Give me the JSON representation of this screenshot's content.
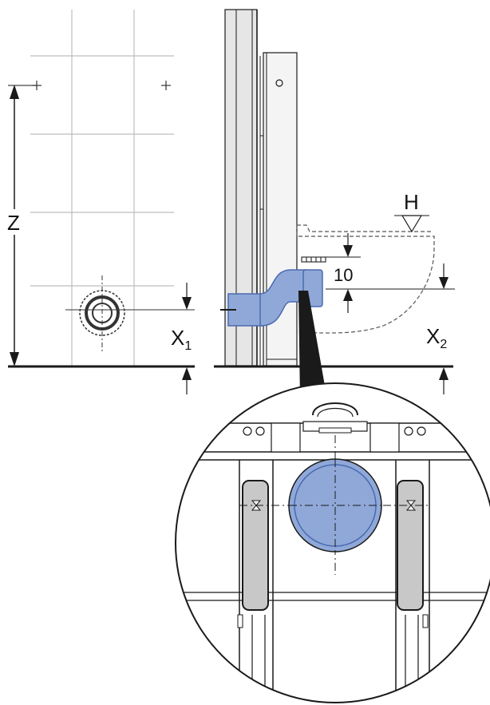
{
  "labels": {
    "z": "Z",
    "x": "X",
    "x1_sub": "1",
    "x2_sub": "2",
    "h": "H",
    "ten": "10"
  },
  "colors": {
    "line": "#1a1a1a",
    "grid": "#bdbdbd",
    "pipe_fill": "#8fa8d8",
    "pipe_stroke": "#4a6ab0",
    "panel_grey": "#c8c8c8",
    "frame_grey": "#d9d9d9"
  },
  "icons": {
    "height_marker": "triangle-down-icon",
    "drain": "drain-outlet-icon",
    "arrow": "arrowhead-icon"
  }
}
